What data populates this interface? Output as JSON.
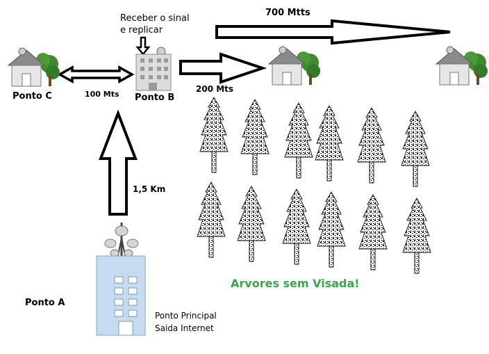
{
  "labels": {
    "receber_sinal": "Receber o sinal",
    "replicar": "e replicar",
    "dist_700": "700 Mtts",
    "dist_200": "200 Mts",
    "dist_100": "100 Mts",
    "dist_15km": "1,5 Km",
    "ponto_c": "Ponto C",
    "ponto_b": "Ponto B",
    "ponto_a": "Ponto A",
    "ponto_principal": "Ponto Principal",
    "saida_internet": "Saida Internet",
    "arvores": "Arvores sem Visada!"
  },
  "colors": {
    "arvores_text": "#3aa64a",
    "house_roof": "#8a8a8a",
    "house_wall": "#e6e6e6",
    "tree_green": "#3f8a2f",
    "building_blue": "#c6dbef"
  }
}
